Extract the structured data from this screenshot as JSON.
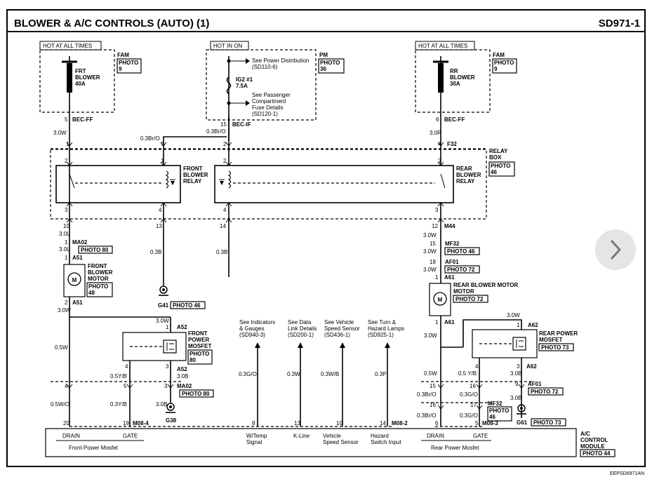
{
  "header": {
    "title": "BLOWER & A/C CONTROLS (AUTO) (1)",
    "code": "SD971-1"
  },
  "footer": {
    "code": "EEPSD6971AN"
  },
  "viewer": {
    "next_icon": "chevron-right-icon"
  },
  "power": {
    "left_hot": "HOT AT ALL TIMES",
    "center_hot": "HOT IN ON",
    "right_hot": "HOT AT ALL TIMES",
    "left_fuse": [
      "FRT",
      "BLOWER",
      "40A"
    ],
    "right_fuse": [
      "RR",
      "BLOWER",
      "30A"
    ],
    "fam_l": "FAM",
    "fam_l_photo": [
      "PHOTO",
      "9"
    ],
    "fam_r": "FAM",
    "fam_r_photo": [
      "PHOTO",
      "9"
    ],
    "pm": "PM",
    "pm_photo": [
      "PHOTO",
      "36"
    ],
    "see_power": [
      "See Power Distribution",
      "(SD110-6)"
    ],
    "ig2": [
      "IG2 #1",
      "7.5A"
    ],
    "see_pass": [
      "See Passenger",
      "Compartment",
      "Fuse Details",
      "(SD120-1)"
    ]
  },
  "conn": {
    "bec_ff_l": "BEC-FF",
    "bec_if": "BEC-IF",
    "bec_ff_r": "BEC-FF",
    "f32": "F32",
    "m44": "M44",
    "ma02_a": "MA02",
    "ma02_b": "MA02",
    "a51_a": "A51",
    "a51_b": "A51",
    "mf32_a": "MF32",
    "af01_a": "AF01",
    "a61_a": "A61",
    "a61_b": "A61",
    "a52_a": "A52",
    "a52_b": "A52",
    "a62_a": "A62",
    "a62_b": "A62",
    "af01_b": "AF01",
    "mf32_b": "MF32",
    "m08_4": "M08-4",
    "m08_3": "M08-3",
    "m08_2": "M08-2"
  },
  "pins": {
    "p5": "5",
    "p15": "15",
    "p6": "6",
    "p1a": "1",
    "p7": "7",
    "p2a": "2",
    "p4a": "4",
    "p2b": "2",
    "p1b": "1",
    "p2c": "2",
    "p2d": "2",
    "p3a": "3",
    "p4b": "4",
    "p4c": "4",
    "p3b": "3",
    "p10": "10",
    "p13": "13",
    "p14": "14",
    "p12": "12",
    "p1c": "1",
    "p1d": "1",
    "p2e": "2",
    "p15b": "15",
    "p18": "18",
    "p1e": "1",
    "p1f": "1",
    "p1g": "1",
    "p4d": "4",
    "p3c": "3",
    "p4e": "4",
    "p5b": "5",
    "p3d": "3",
    "p1h": "1",
    "p4f": "4",
    "p3e": "3",
    "p15c": "15",
    "p16": "16",
    "p9": "9",
    "p16b": "16",
    "p17": "17",
    "p20": "20",
    "p19": "19",
    "p8": "8",
    "p13b": "13",
    "p10b": "10",
    "p14b": "14",
    "p6b": "6",
    "p5c": "5"
  },
  "wires": {
    "w30w_a": "3.0W",
    "w03bro_a": "0.3Br/O",
    "w03bro_b": "0.3Br/O",
    "w30r": "3.0R",
    "w30l": "3.0L",
    "w30l_b": "3.0L",
    "w03b_a": "0.3B",
    "w03b_b": "0.3B",
    "w30w_b": "3.0W",
    "w30w_c": "3.0W",
    "w30w_d": "3.0W",
    "w30w_e": "3.0W",
    "w30w_f": "3.0W",
    "w30w_g": "3.0W",
    "w05w_a": "0.5W",
    "w05yb_a": "0.5Y/B",
    "w30b_a": "3.0B",
    "w05wo": "0.5W/O",
    "w03yb": "0.3Y/B",
    "w30b_b": "3.0B",
    "w03go": "0.3G/O",
    "w03w": "0.3W",
    "w03wb": "0.3W/B",
    "w03p": "0.3P",
    "w30w_h": "3.0W",
    "w30w_i": "3.0W",
    "w30b_c": "3.0B",
    "w05w_b": "0.5W",
    "w05yb_b": "0.5 Y/B",
    "w03bro_c": "0.3Br/O",
    "w03go_b": "0.3G/O",
    "w30b_d": "3.0B",
    "w03bro_d": "0.3Br/O",
    "w03go_c": "0.3G/O"
  },
  "relay": {
    "box": [
      "RELAY",
      "BOX"
    ],
    "box_photo": [
      "PHOTO",
      "46"
    ],
    "front": [
      "FRONT",
      "BLOWER",
      "RELAY"
    ],
    "rear": [
      "REAR",
      "BLOWER",
      "RELAY"
    ]
  },
  "components": {
    "photo80_a": "PHOTO 80",
    "photo46_a": "PHOTO 46",
    "photo72_a": "PHOTO 72",
    "front_motor": [
      "FRONT",
      "BLOWER",
      "MOTOR"
    ],
    "front_motor_photo": [
      "PHOTO",
      "48"
    ],
    "rear_motor": "REAR BLOWER MOTOR",
    "rear_motor_photo": "PHOTO 72",
    "g41": "G41",
    "g41_photo": "PHOTO 46",
    "front_mosfet": [
      "FRONT",
      "POWER",
      "MOSFET"
    ],
    "front_mosfet_photo": [
      "PHOTO",
      "80"
    ],
    "rear_mosfet": [
      "REAR POWER",
      "MOSFET"
    ],
    "rear_mosfet_photo": "PHOTO 73",
    "photo80_b": "PHOTO 80",
    "g38": "G38",
    "photo72_b": "PHOTO 72",
    "mf32_photo": [
      "PHOTO",
      "46"
    ],
    "g61": "G61",
    "g61_photo": "PHOTO 73",
    "motor_m": "M"
  },
  "refs": {
    "indicators": [
      "See Indicators",
      "& Gauges",
      "(SD940-3)"
    ],
    "datalink": [
      "See Data",
      "Link Details",
      "(SD200-1)"
    ],
    "vss": [
      "See Vehicle",
      "Speed Sensor",
      "(SD436-1)"
    ],
    "turn": [
      "See Turn &",
      "Hazard Lamps",
      "(SD925-1)"
    ]
  },
  "module": {
    "drain_l": "DRAIN",
    "gate_l": "GATE",
    "front_mosfet": "Front Power Mosfet",
    "wtemp": [
      "W/Temp",
      "Signal"
    ],
    "kline": "K-Line",
    "vss": [
      "Vehicle",
      "Speed Sensor"
    ],
    "hazard": [
      "Hazard",
      "Switch Input"
    ],
    "drain_r": "DRAIN",
    "gate_r": "GATE",
    "rear_mosfet": "Rear Power Mosfet",
    "name": [
      "A/C",
      "CONTROL",
      "MODULE"
    ],
    "photo": "PHOTO 44"
  }
}
